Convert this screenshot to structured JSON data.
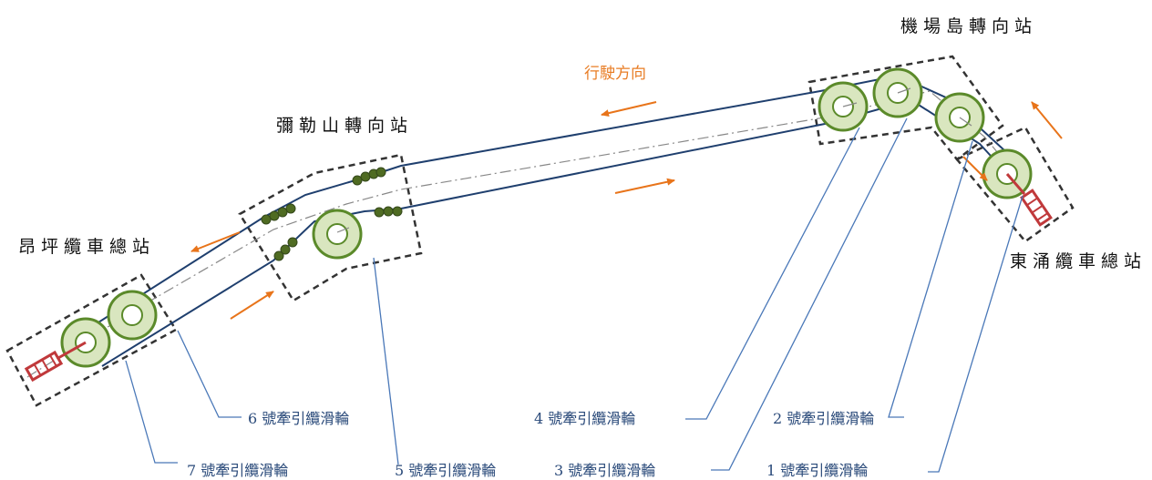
{
  "stations": {
    "ngong_ping": "昂坪纜車總站",
    "nei_lak_shan": "彌勒山轉向站",
    "airport_island": "機場島轉向站",
    "tung_chung": "東涌纜車總站"
  },
  "direction_label": "行駛方向",
  "sheaves": {
    "s1": "1 號牽引纜滑輪",
    "s2": "2 號牽引纜滑輪",
    "s3": "3 號牽引纜滑輪",
    "s4": "4 號牽引纜滑輪",
    "s5": "5 號牽引纜滑輪",
    "s6": "6 號牽引纜滑輪",
    "s7": "7 號牽引纜滑輪"
  },
  "colors": {
    "cable": "#1f3f6e",
    "arrow": "#e8741a",
    "wheel_fill": "#d9e6bf",
    "wheel_stroke": "#5b8a2a",
    "roller": "#4f6b22",
    "motor": "#c0393b",
    "leader": "#4a78b8",
    "box": "#333333"
  }
}
